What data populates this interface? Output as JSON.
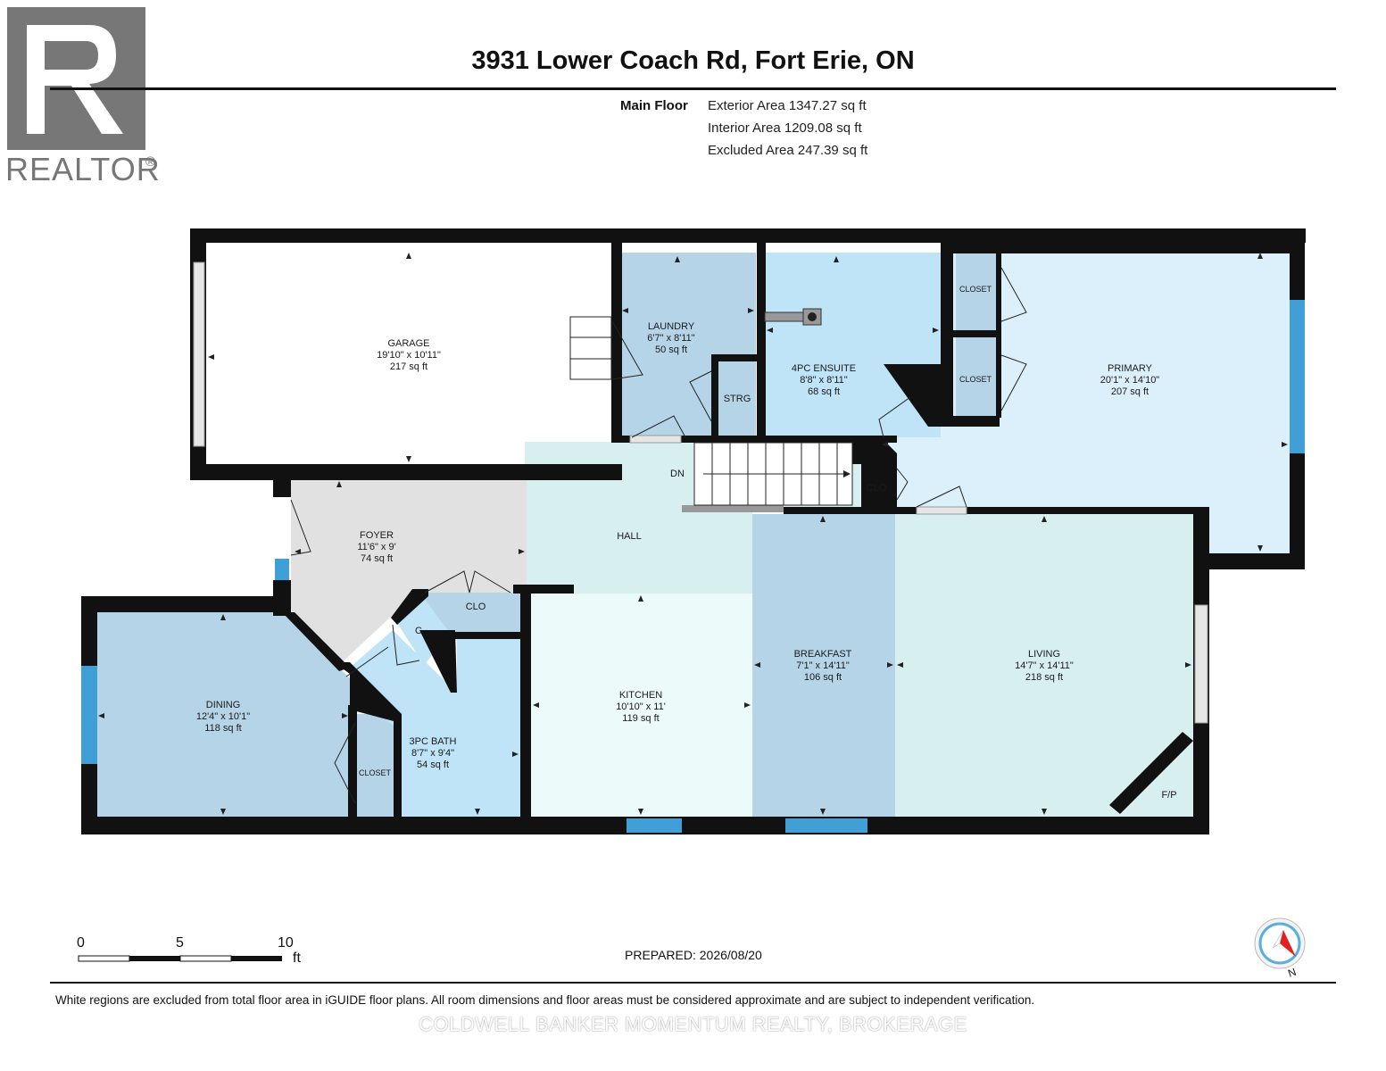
{
  "logo": {
    "brand_text": "REALTOR",
    "mark": "®",
    "icon": "realtor-r-logo"
  },
  "header": {
    "title": "3931 Lower Coach Rd, Fort Erie, ON",
    "floor_label": "Main Floor",
    "areas": [
      "Exterior Area 1347.27 sq ft",
      "Interior Area 1209.08 sq ft",
      "Excluded Area 247.39 sq ft"
    ]
  },
  "colors": {
    "wall": "#111111",
    "garage": "#ffffff",
    "laundry": "#b5d4e8",
    "ensuite": "#bfe3f7",
    "primary": "#dbf0fa",
    "closet": "#b5d4e8",
    "foyer": "#e1e1e1",
    "hall": "#d8efef",
    "dining": "#b5d4e8",
    "bath": "#bfe3f7",
    "kitchen": "#edfafa",
    "breakfast": "#b5d4e8",
    "living": "#d8efef",
    "window": "#3f9fd6"
  },
  "rooms": {
    "garage": {
      "name": "GARAGE",
      "dims": "19'10\" x 10'11\"",
      "area": "217 sq ft"
    },
    "laundry": {
      "name": "LAUNDRY",
      "dims": "6'7\" x 8'11\"",
      "area": "50 sq ft"
    },
    "ensuite": {
      "name": "4PC ENSUITE",
      "dims": "8'8\" x 8'11\"",
      "area": "68 sq ft"
    },
    "primary": {
      "name": "PRIMARY",
      "dims": "20'1\" x 14'10\"",
      "area": "207 sq ft"
    },
    "foyer": {
      "name": "FOYER",
      "dims": "11'6\" x 9'",
      "area": "74 sq ft"
    },
    "hall": {
      "name": "HALL"
    },
    "dining": {
      "name": "DINING",
      "dims": "12'4\" x 10'1\"",
      "area": "118 sq ft"
    },
    "bath": {
      "name": "3PC BATH",
      "dims": "8'7\" x 9'4\"",
      "area": "54 sq ft"
    },
    "kitchen": {
      "name": "KITCHEN",
      "dims": "10'10\" x 11'",
      "area": "119 sq ft"
    },
    "breakfast": {
      "name": "BREAKFAST",
      "dims": "7'1\" x 14'11\"",
      "area": "106 sq ft"
    },
    "living": {
      "name": "LIVING",
      "dims": "14'7\" x 14'11\"",
      "area": "218 sq ft"
    }
  },
  "small_labels": {
    "closet_primary_top": "CLOSET",
    "closet_primary_bottom": "CLOSET",
    "closet_dining": "CLOSET",
    "strg": "STRG",
    "clo_stair": "CLO",
    "clo_foyer": "CLO",
    "c_foyer": "C",
    "dn": "DN",
    "fp": "F/P"
  },
  "scale": {
    "ticks": [
      "0",
      "5",
      "10"
    ],
    "unit": "ft"
  },
  "prepared": "PREPARED: 2026/08/20",
  "compass": {
    "label": "N",
    "icon": "north-compass-icon"
  },
  "disclaimer": "White regions are excluded from total floor area in iGUIDE floor plans. All room dimensions and floor areas must be considered approximate and are subject to independent verification.",
  "watermark": "COLDWELL BANKER MOMENTUM REALTY, BROKERAGE"
}
